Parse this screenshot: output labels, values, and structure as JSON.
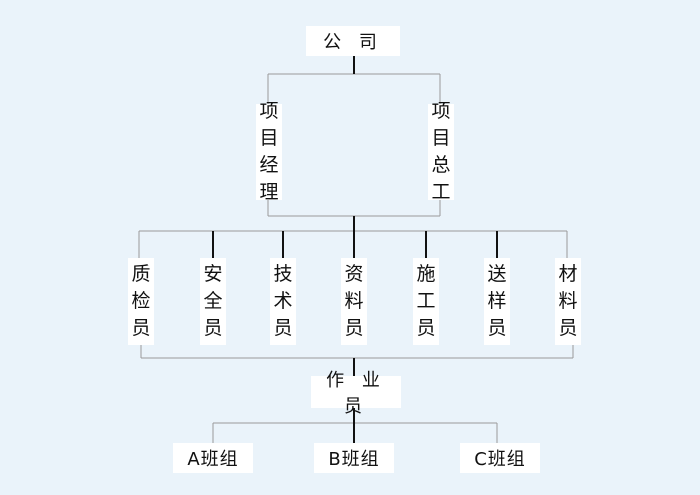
{
  "company": "公 司",
  "managers": [
    {
      "id": "pm",
      "chars": [
        "项",
        "目",
        "经",
        "理"
      ]
    },
    {
      "id": "chief",
      "chars": [
        "项",
        "目",
        "总",
        "工"
      ]
    }
  ],
  "staff": [
    {
      "id": "quality",
      "chars": [
        "质",
        "检",
        "员"
      ]
    },
    {
      "id": "safety",
      "chars": [
        "安",
        "全",
        "员"
      ]
    },
    {
      "id": "technician",
      "chars": [
        "技",
        "术",
        "员"
      ]
    },
    {
      "id": "document",
      "chars": [
        "资",
        "料",
        "员"
      ]
    },
    {
      "id": "construction",
      "chars": [
        "施",
        "工",
        "员"
      ]
    },
    {
      "id": "sample-delivery",
      "chars": [
        "送",
        "样",
        "员"
      ]
    },
    {
      "id": "material",
      "chars": [
        "材",
        "料",
        "员"
      ]
    }
  ],
  "worker": "作 业 员",
  "teams": [
    "A班组",
    "B班组",
    "C班组"
  ]
}
